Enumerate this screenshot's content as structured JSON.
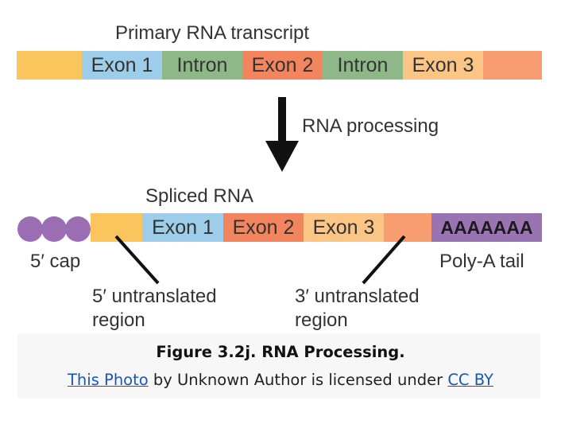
{
  "primary": {
    "title": "Primary RNA transcript",
    "segments": [
      {
        "label": "",
        "color": "#f9c55c"
      },
      {
        "label": "Exon 1",
        "color": "#9dcde8"
      },
      {
        "label": "Intron",
        "color": "#8fb889"
      },
      {
        "label": "Exon 2",
        "color": "#f2845e"
      },
      {
        "label": "Intron",
        "color": "#8fb889"
      },
      {
        "label": "Exon 3",
        "color": "#fbc586"
      },
      {
        "label": "",
        "color": "#f79d70"
      }
    ]
  },
  "process": {
    "label": "RNA processing"
  },
  "spliced": {
    "title": "Spliced RNA",
    "segments": [
      {
        "label": "",
        "color": "#f9c55c"
      },
      {
        "label": "Exon 1",
        "color": "#9dcde8"
      },
      {
        "label": "Exon 2",
        "color": "#f2845e"
      },
      {
        "label": "Exon 3",
        "color": "#fbc586"
      },
      {
        "label": "",
        "color": "#f79d70"
      },
      {
        "label": "AAAAAAA",
        "color": "#9a73b3"
      }
    ],
    "cap_color": "#9b6db3",
    "cap_label": "5′ cap",
    "tail_label": "Poly-A tail",
    "utr5_line1": "5′ untranslated",
    "utr5_line2": "region",
    "utr3_line1": "3′ untranslated",
    "utr3_line2": "region"
  },
  "caption": {
    "title": "Figure 3.2j. RNA Processing.",
    "link1": "This Photo",
    "middle": " by Unknown Author is licensed under ",
    "link2": "CC BY"
  }
}
